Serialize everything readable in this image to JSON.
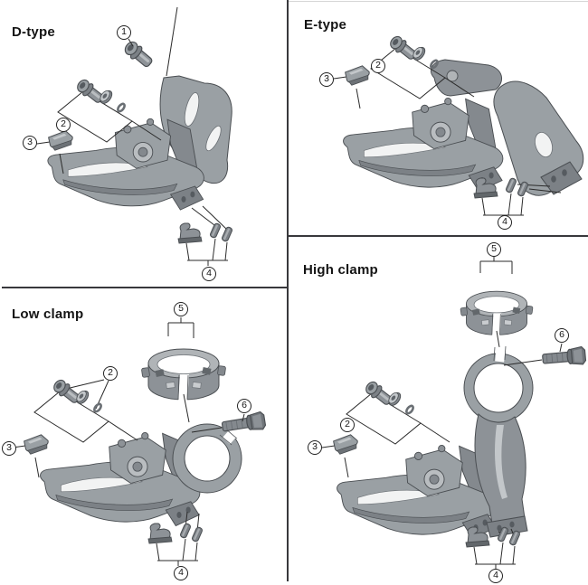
{
  "figure": {
    "type": "exploded-parts-diagram",
    "panel_count": 4
  },
  "panels": [
    {
      "id": "d-type",
      "title": "D-type",
      "callouts": [
        "1",
        "2",
        "3",
        "4"
      ]
    },
    {
      "id": "e-type",
      "title": "E-type",
      "callouts": [
        "2",
        "3",
        "4"
      ]
    },
    {
      "id": "low-clamp",
      "title": "Low clamp",
      "callouts": [
        "5",
        "2",
        "3",
        "6",
        "4"
      ]
    },
    {
      "id": "high-clamp",
      "title": "High clamp",
      "callouts": [
        "5",
        "6",
        "2",
        "3",
        "4"
      ]
    }
  ],
  "colors": {
    "background": "#ffffff",
    "divider_line": "#38383c",
    "leader_line": "#2b2b2b",
    "part_outline": "#4a4e52",
    "part_mid_gray": "#9aa0a4",
    "part_dark_gray": "#62676b",
    "part_light_gray": "#c3c7ca",
    "text": "#141414"
  }
}
